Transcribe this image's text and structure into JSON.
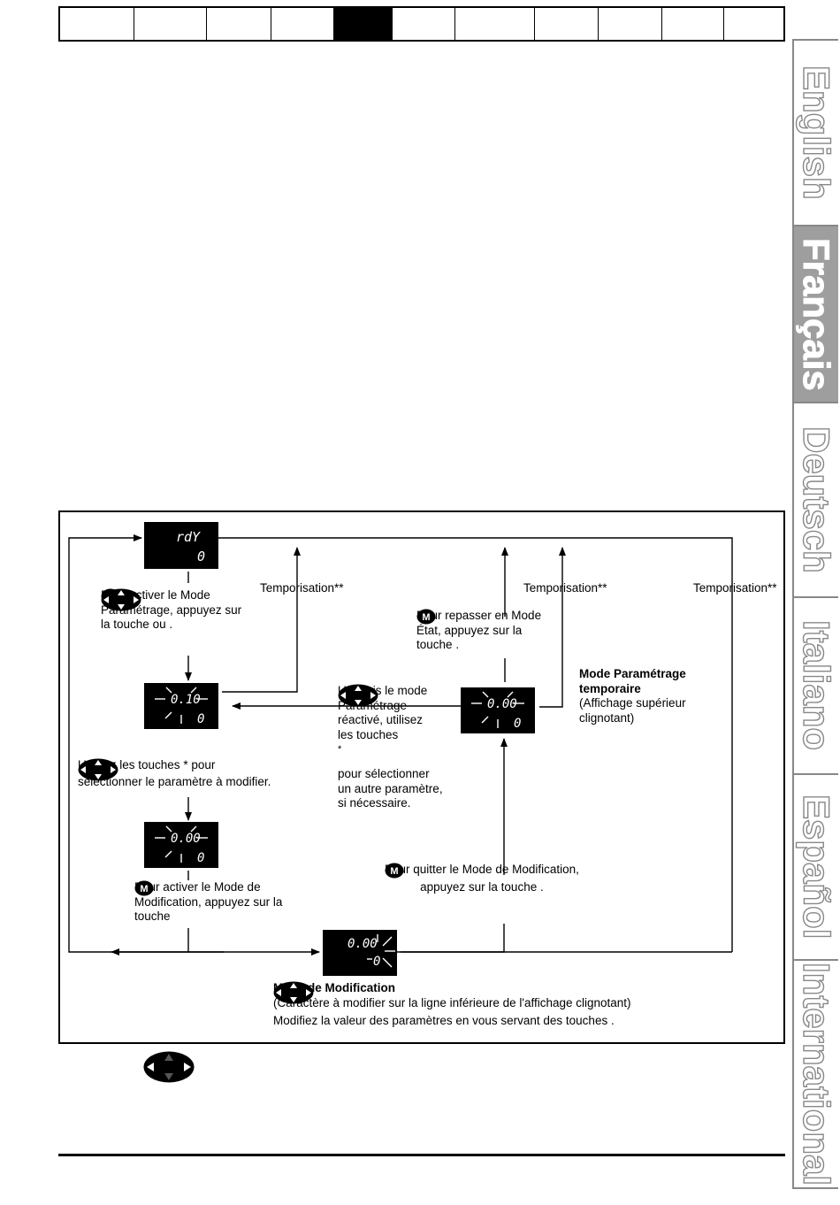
{
  "languages": [
    {
      "label": "English",
      "active": false
    },
    {
      "label": "Français",
      "active": true
    },
    {
      "label": "Deutsch",
      "active": false
    },
    {
      "label": "Italiano",
      "active": false
    },
    {
      "label": "Español",
      "active": false
    },
    {
      "label": "International",
      "active": false
    }
  ],
  "displays": {
    "rdy": {
      "top": "rdY",
      "bottom": "0"
    },
    "select": {
      "top": "0.10",
      "bottom": "0"
    },
    "edit_ready": {
      "top": "0.00",
      "bottom": "0"
    },
    "temp": {
      "top": "0.00",
      "bottom": "0"
    },
    "modify": {
      "top": "0.00",
      "bottom": "0"
    }
  },
  "text": {
    "activate_param_1": "Pour activer le Mode",
    "activate_param_2": "Paramétrage, appuyez sur",
    "activate_param_3a": "la touche",
    "activate_param_3b": "ou",
    "activate_param_3c": ".",
    "timeout_1": "Temporisation**",
    "timeout_2": "Temporisation**",
    "timeout_3": "Temporisation**",
    "return_status_1": "Pour repasser en Mode",
    "return_status_2": "État, appuyez sur la",
    "return_status_3a": "touche",
    "return_status_3b": ".",
    "temp_mode_title_1": "Mode Paramétrage",
    "temp_mode_title_2": "temporaire",
    "temp_mode_desc_1": "(Affichage supérieur",
    "temp_mode_desc_2": "clignotant)",
    "reactivated_1": "Une fois le mode",
    "reactivated_2": "Paramétrage",
    "reactivated_3": "réactivé, utilisez",
    "reactivated_4": "les touches",
    "reactivated_star": "*",
    "reactivated_5": "pour sélectionner",
    "reactivated_6": "un autre paramètre,",
    "reactivated_7": "si nécessaire.",
    "use_keys_1a": "Utilisez les touches",
    "use_keys_1b": "* pour",
    "use_keys_2": "sélectionner le paramètre à modifier.",
    "activate_edit_1": "Pour activer le Mode de",
    "activate_edit_2": "Modification, appuyez sur la",
    "activate_edit_3": "touche",
    "quit_edit_1": "Pour quitter le Mode de Modification,",
    "quit_edit_2a": "appuyez sur la touche",
    "quit_edit_2b": ".",
    "edit_mode_title": "Mode de Modification",
    "edit_mode_desc": "(Caractère à modifier sur la ligne inférieure de l'affichage clignotant)",
    "edit_mode_instr_a": "Modifiez la valeur des paramètres en vous servant des touches",
    "edit_mode_instr_b": ".",
    "m_key": "M"
  },
  "icons": [
    "mode-m-key-icon",
    "arrow-keypad-icon",
    "flash-rays-icon"
  ]
}
